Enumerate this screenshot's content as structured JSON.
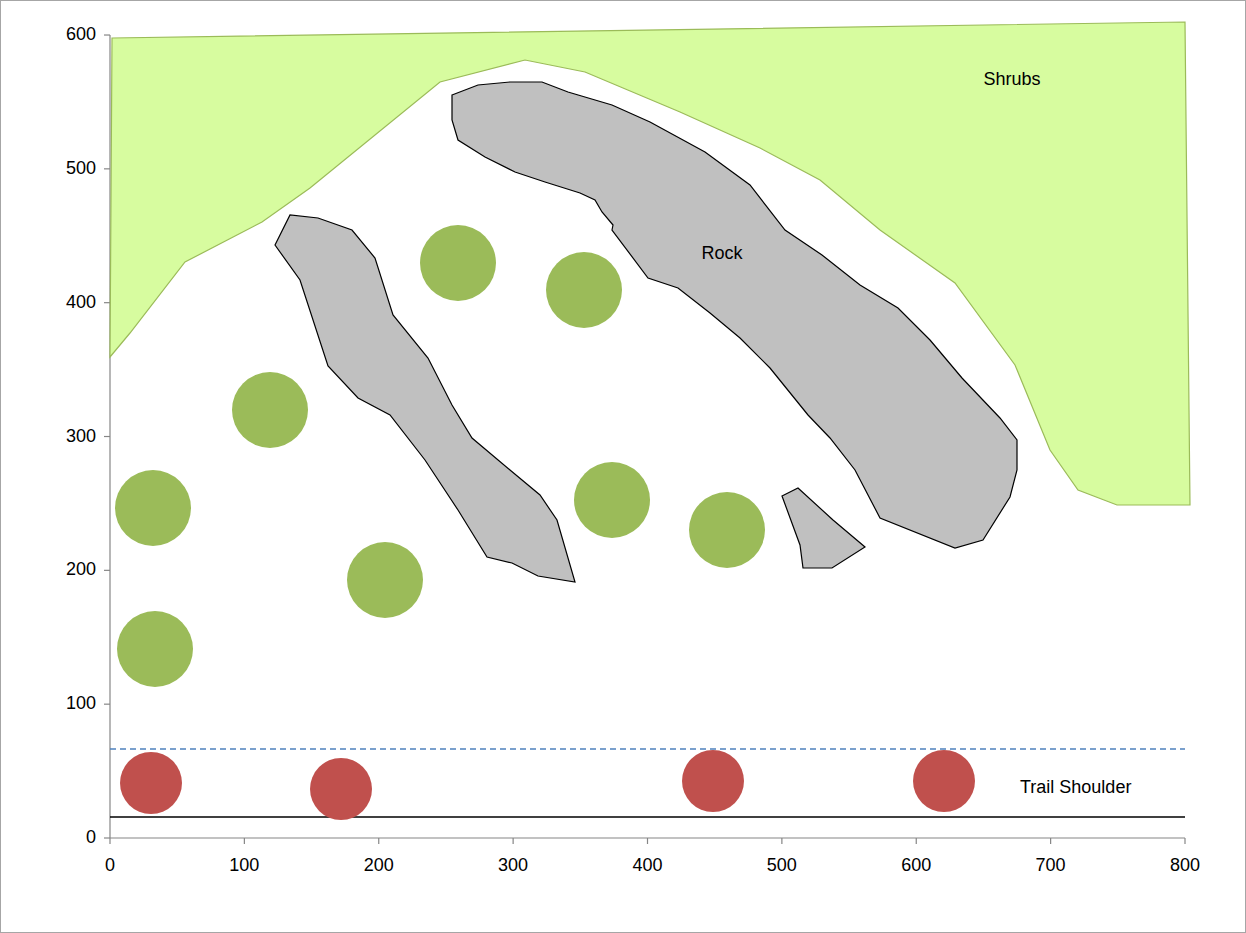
{
  "diagram": {
    "nodes": [
      {
        "text": [
          "Shrubs"
        ]
      },
      {
        "text": [
          "Rock"
        ]
      }
    ],
    "labels": [
      "0",
      "100",
      "200",
      "300",
      "400",
      "500",
      "600",
      "700",
      "800",
      "0",
      "100",
      "200",
      "300",
      "400",
      "500",
      "600",
      "Trail Shoulder"
    ]
  }
}
